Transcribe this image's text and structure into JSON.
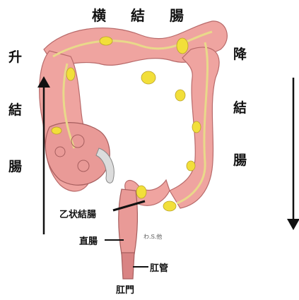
{
  "labels": {
    "transverse_colon": "横 結 腸",
    "ascending_colon": [
      "升",
      "結",
      "腸"
    ],
    "descending_colon": [
      "降",
      "結",
      "腸"
    ],
    "sigmoid_colon": "乙状結腸",
    "rectum": "直腸",
    "anal_canal": "肛管",
    "anus": "肛門",
    "artist_signature": "わ.S.他"
  },
  "colors": {
    "colon_wall": "#efa4a0",
    "colon_shade": "#d98484",
    "fat_tissue": "#f2df3a",
    "taenia": "#e9d98a",
    "text": "#111111"
  },
  "arrows": {
    "ascending": "up",
    "descending": "down"
  }
}
